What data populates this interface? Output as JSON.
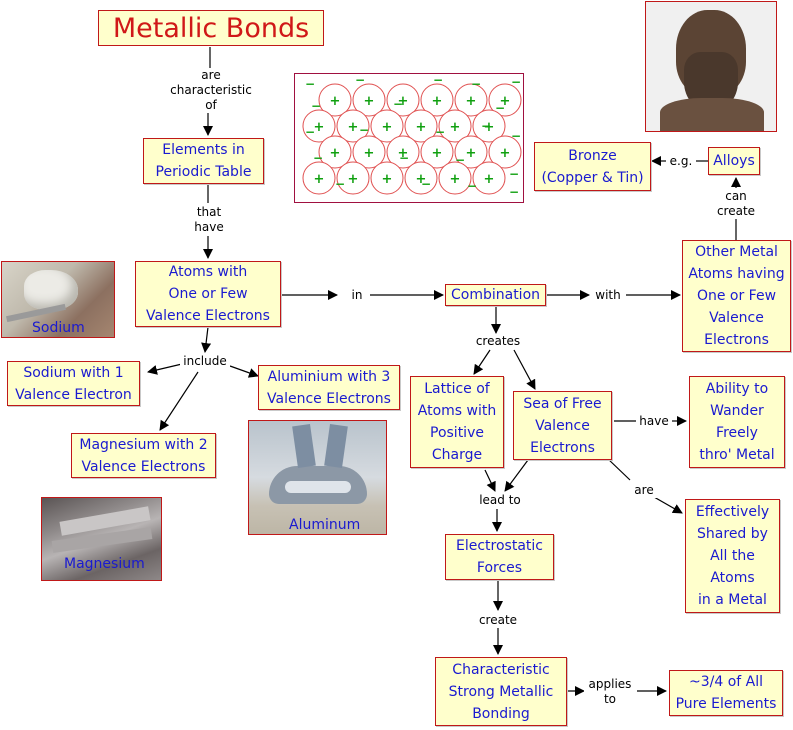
{
  "title": "Metallic Bonds",
  "nodes": {
    "elements": "Elements in\nPeriodic Table",
    "atoms_few": "Atoms with\nOne or Few\nValence Electrons",
    "sodium1": "Sodium with 1\nValence Electron",
    "aluminium3": "Aluminium with 3\nValence Electrons",
    "magnesium2": "Magnesium with 2\nValence Electrons",
    "combination": "Combination",
    "other_metal": "Other Metal\nAtoms having\nOne or Few\nValence\nElectrons",
    "alloys": "Alloys",
    "bronze": "Bronze\n(Copper & Tin)",
    "lattice": "Lattice of\nAtoms with\nPositive\nCharge",
    "sea": "Sea of Free\nValence\nElectrons",
    "wander": "Ability to\nWander\nFreely\nthro' Metal",
    "shared": "Effectively\nShared by\nAll the\nAtoms\nin a Metal",
    "electrostatic": "Electrostatic\nForces",
    "characteristic": "Characteristic\nStrong Metallic\nBonding",
    "three_quarters": "~3/4 of All\nPure Elements"
  },
  "links": {
    "are_char": "are\ncharacteristic\nof",
    "that_have": "that\nhave",
    "include": "include",
    "in": "in",
    "with": "with",
    "can_create": "can\ncreate",
    "eg": "e.g.",
    "creates": "creates",
    "have": "have",
    "are": "are",
    "lead_to": "lead to",
    "create": "create",
    "applies_to": "applies\nto"
  },
  "captions": {
    "sodium": "Sodium",
    "aluminum": "Aluminum",
    "magnesium": "Magnesium"
  },
  "lattice_symbols": {
    "positive": "+",
    "negative": "−"
  },
  "colors": {
    "node_fill": "#ffffcc",
    "node_border": "#c01818",
    "node_text": "#1a1ad0",
    "title_text": "#d01818",
    "plus": "#10a010",
    "circle": "#e05050"
  }
}
